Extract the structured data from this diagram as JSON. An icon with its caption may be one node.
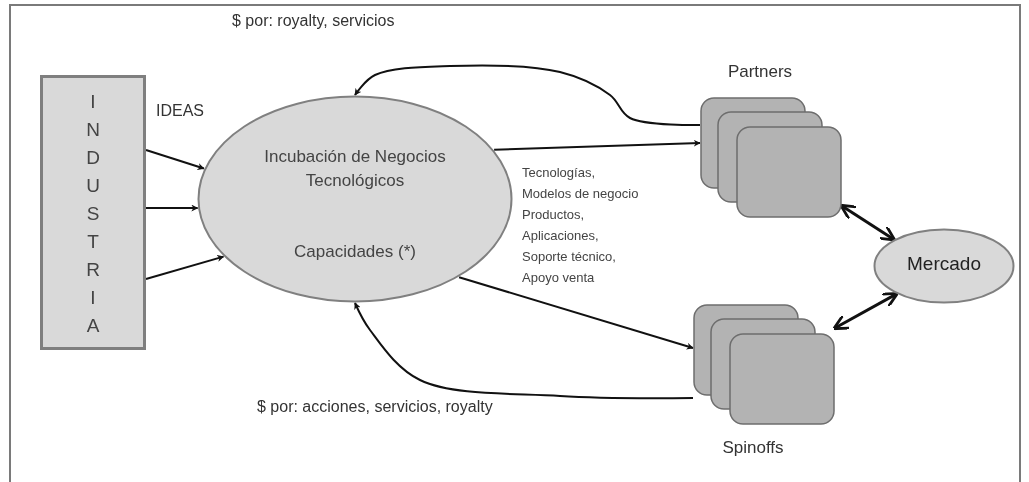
{
  "diagram": {
    "nodes": [
      {
        "text": [
          "INDUSTRIA"
        ]
      },
      {
        "text": [
          "Incubación de Negocios Tecnológicos",
          "Capacidades (*)"
        ]
      },
      {
        "text": [
          "Partners"
        ]
      },
      {
        "text": [
          "Spinoffs"
        ]
      },
      {
        "text": [
          "Mercado"
        ]
      }
    ],
    "edges": [
      {
        "from": 0,
        "to": 1,
        "arrow": "to",
        "label": "IDEAS"
      },
      {
        "from": 0,
        "to": 1,
        "arrow": "to"
      },
      {
        "from": 0,
        "to": 1,
        "arrow": "to"
      },
      {
        "from": 1,
        "to": 2,
        "arrow": "to"
      },
      {
        "from": 2,
        "to": 1,
        "arrow": "to",
        "label": "$ por: royalty, servicios"
      },
      {
        "from": 1,
        "to": 3,
        "arrow": "to"
      },
      {
        "from": 3,
        "to": 1,
        "arrow": "to",
        "label": "$ por: acciones, servicios, royalty"
      },
      {
        "from": 2,
        "to": 4,
        "arrow": "both"
      },
      {
        "from": 3,
        "to": 4,
        "arrow": "both"
      }
    ],
    "labels": [
      "Tecnologías,",
      "Modelos de negocio",
      "Productos,",
      "Aplicaciones,",
      "Soporte técnico,",
      "Apoyo venta"
    ]
  }
}
